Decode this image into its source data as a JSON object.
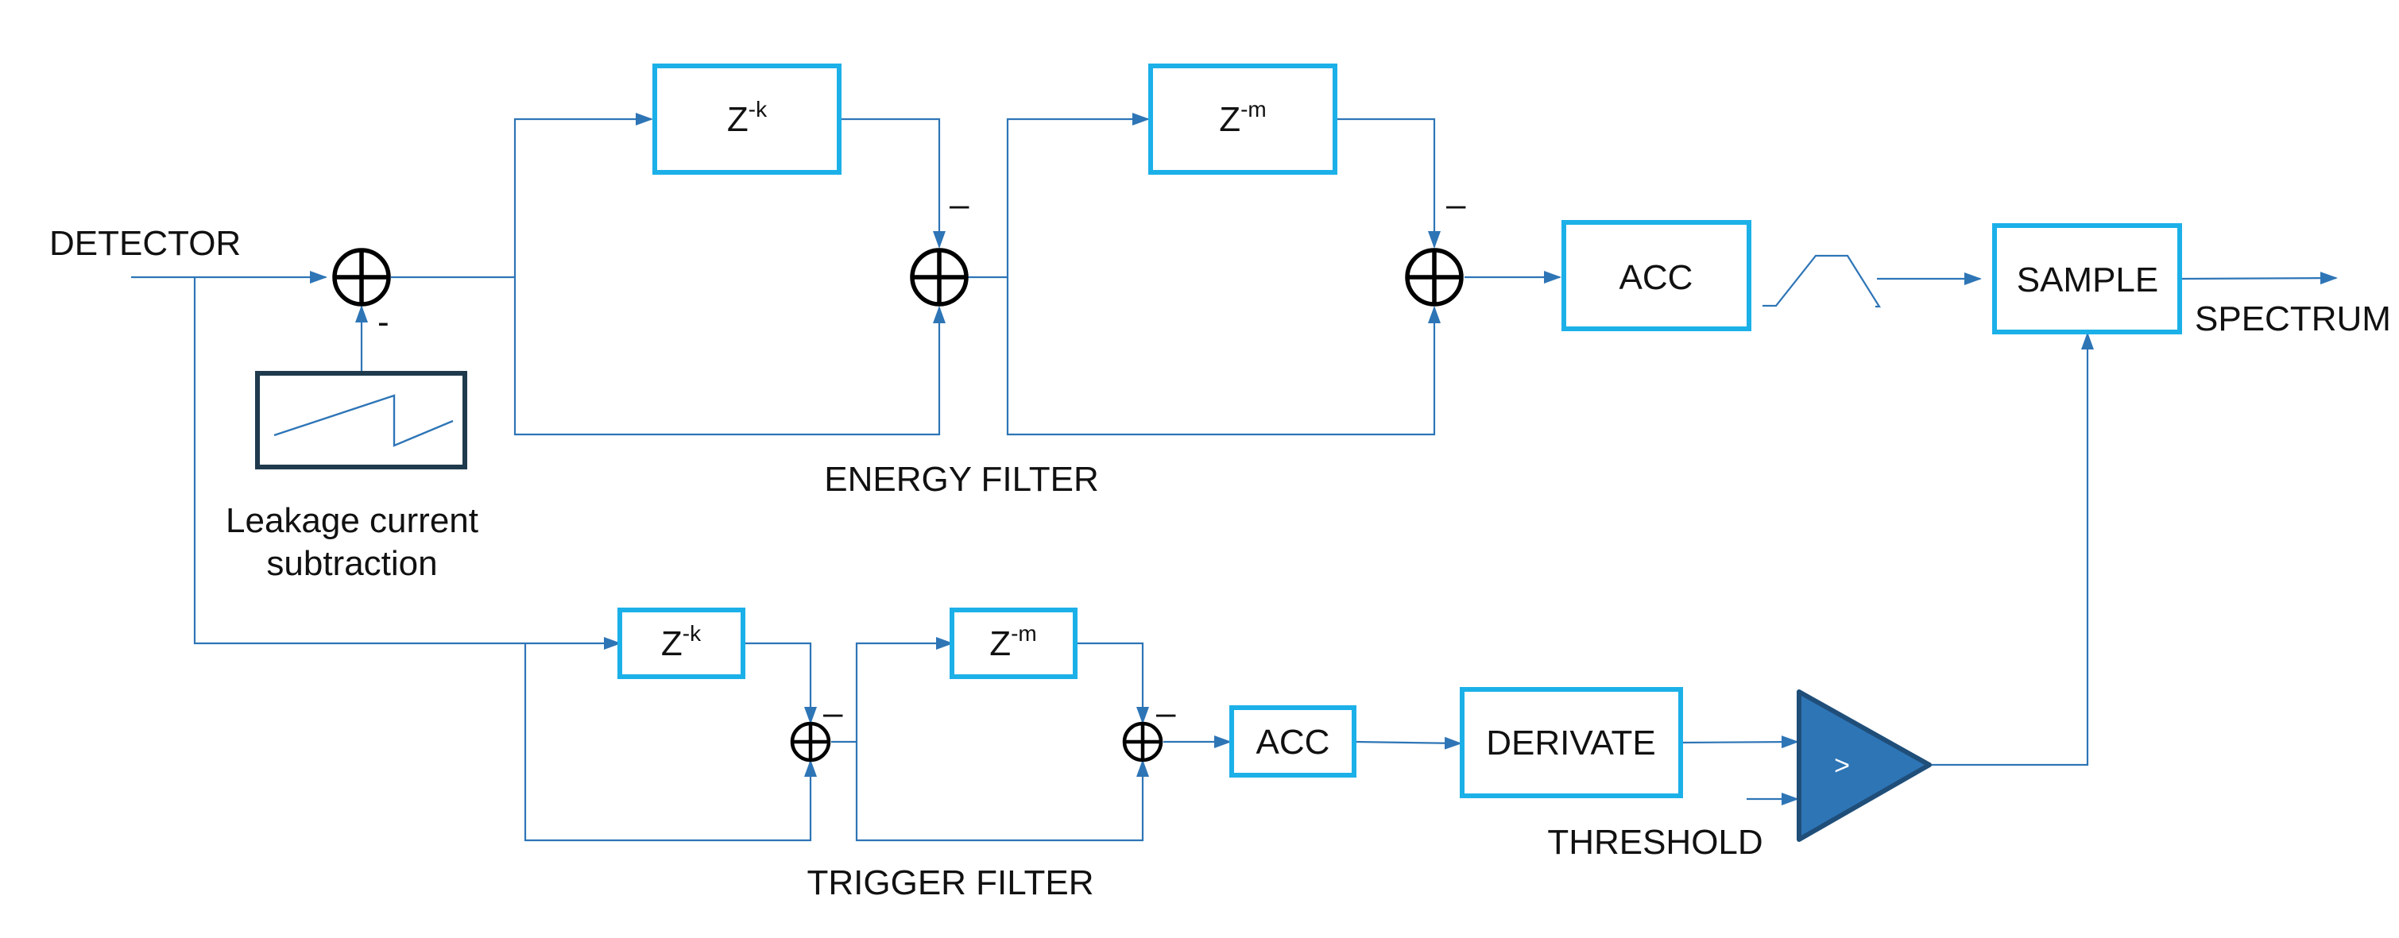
{
  "colors": {
    "wire": "#2e75b6",
    "block_border": "#1cb0e8",
    "comparator_fill": "#2e75b6",
    "comparator_border": "#1f4e79",
    "leakage_border": "#1f3a4d"
  },
  "labels": {
    "detector": "DETECTOR",
    "spectrum": "SPECTRUM",
    "energy_filter": "ENERGY FILTER",
    "trigger_filter": "TRIGGER FILTER",
    "threshold": "THRESHOLD",
    "leakage_line1": "Leakage current",
    "leakage_line2": "subtraction"
  },
  "blocks": {
    "delay_k": {
      "base": "Z",
      "exp": "-k"
    },
    "delay_m": {
      "base": "Z",
      "exp": "-m"
    },
    "acc": "ACC",
    "sample": "SAMPLE",
    "derivate": "DERIVATE",
    "comparator": ">"
  },
  "signs": {
    "minus": "–",
    "leak_minus": "-"
  }
}
